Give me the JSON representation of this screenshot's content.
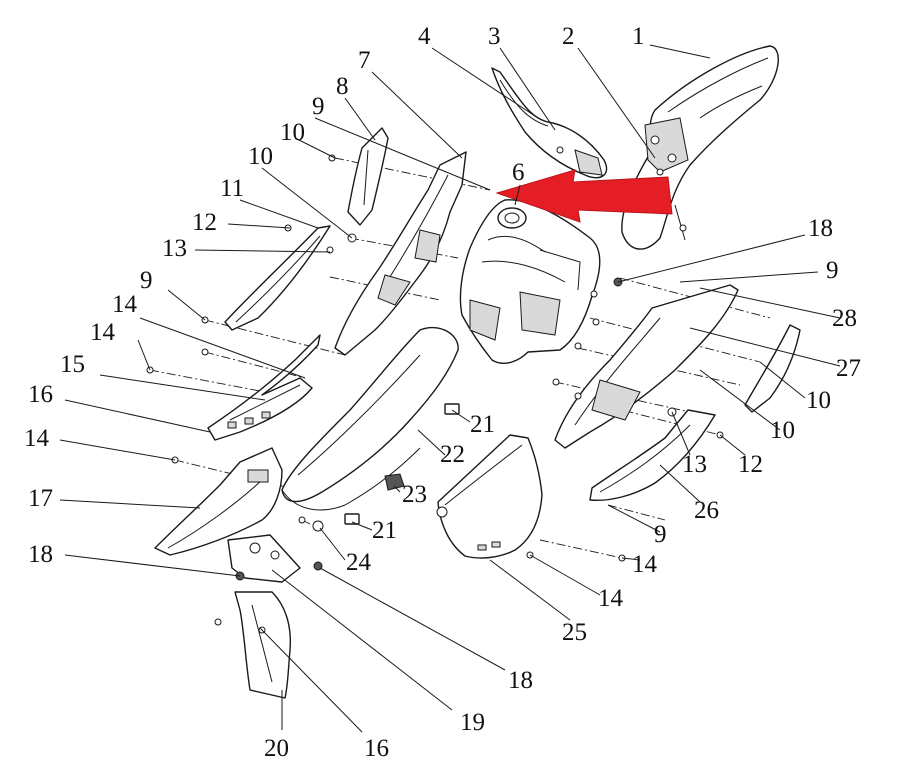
{
  "callouts": [
    "1",
    "2",
    "3",
    "4",
    "6",
    "7",
    "8",
    "9",
    "10",
    "10",
    "11",
    "12",
    "13",
    "14",
    "14",
    "15",
    "16",
    "9",
    "14",
    "17",
    "18",
    "18",
    "9",
    "28",
    "27",
    "10",
    "10",
    "21",
    "22",
    "23",
    "21",
    "24",
    "13",
    "12",
    "26",
    "9",
    "14",
    "14",
    "25",
    "18",
    "19",
    "20",
    "16"
  ],
  "arrow": {
    "color": "#e51e25",
    "direction": "left"
  }
}
